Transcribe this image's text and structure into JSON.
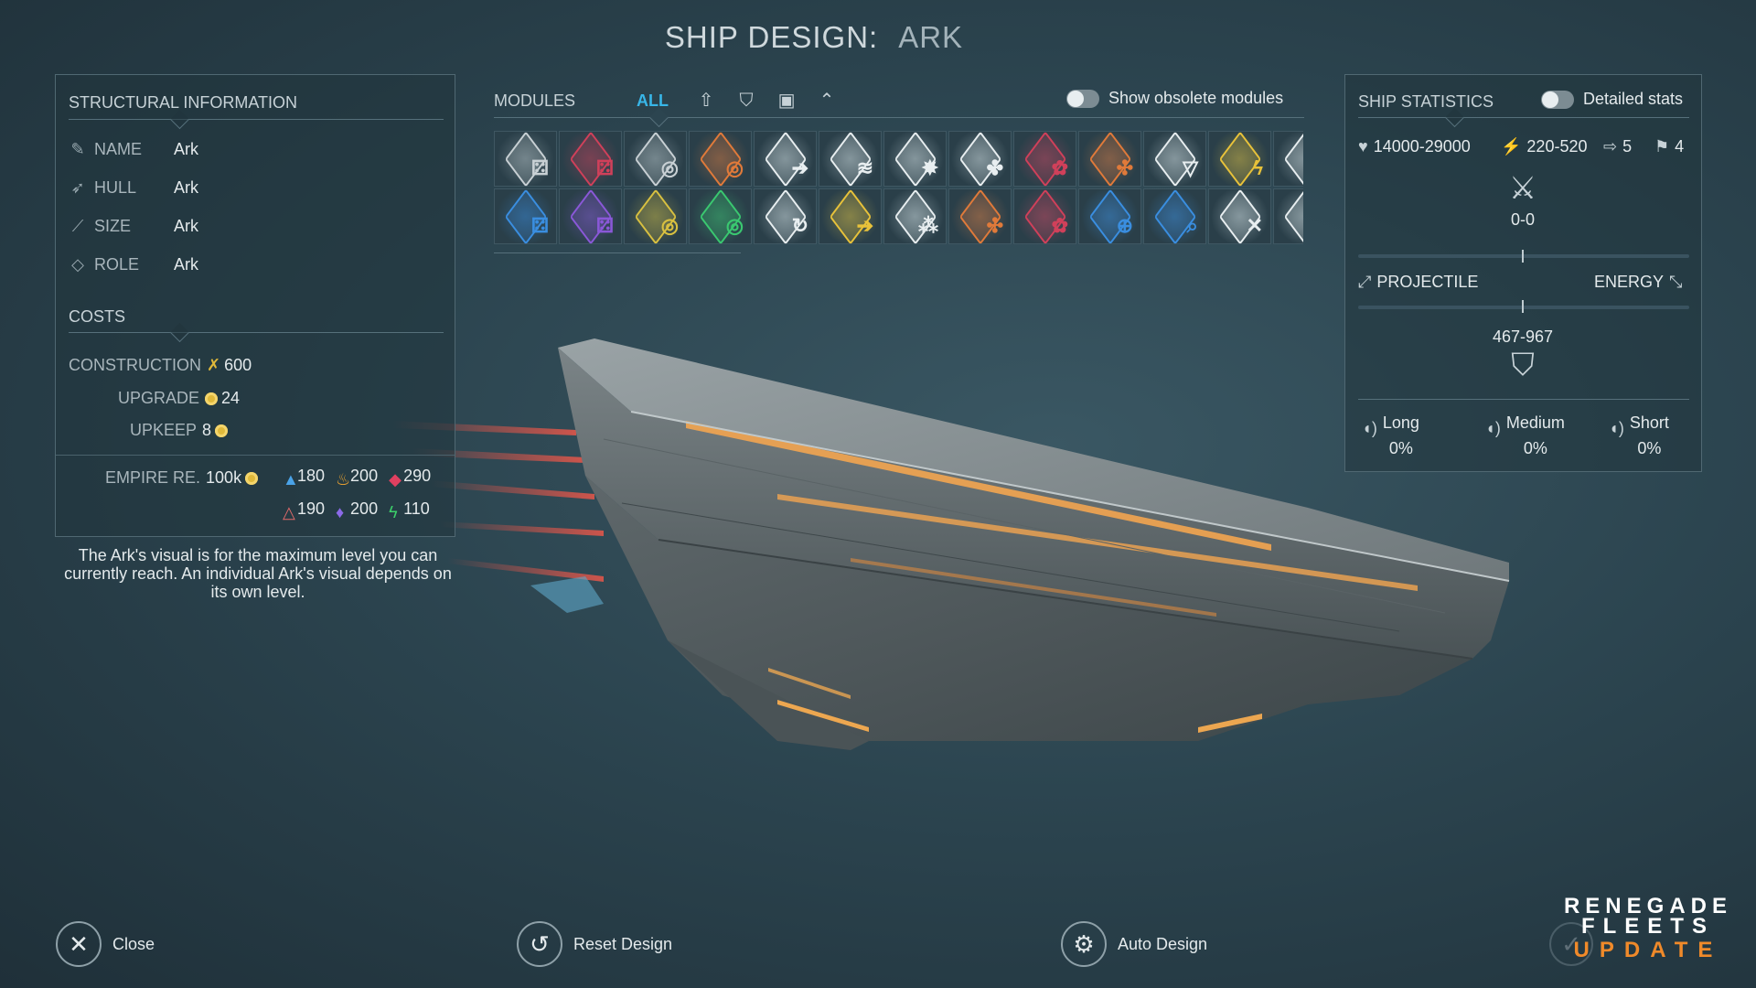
{
  "title": {
    "prefix": "SHIP DESIGN:",
    "ship": "ARK"
  },
  "structural": {
    "heading": "STRUCTURAL INFORMATION",
    "rows": [
      {
        "label": "NAME",
        "value": "Ark",
        "icon": "pencil-icon"
      },
      {
        "label": "HULL",
        "value": "Ark",
        "icon": "ship-icon"
      },
      {
        "label": "SIZE",
        "value": "Ark",
        "icon": "ruler-icon"
      },
      {
        "label": "ROLE",
        "value": "Ark",
        "icon": "tag-icon"
      }
    ]
  },
  "costs": {
    "heading": "COSTS",
    "construction": {
      "label": "CONSTRUCTION",
      "value": "600"
    },
    "upgrade": {
      "label": "UPGRADE",
      "value": "24"
    },
    "upkeep": {
      "label": "UPKEEP",
      "value": "8"
    },
    "empire": {
      "label": "EMPIRE RE.",
      "value": "100k",
      "resources": [
        {
          "value": "180",
          "color": "#4aa3e8"
        },
        {
          "value": "200",
          "color": "#f0a530"
        },
        {
          "value": "290",
          "color": "#e04060"
        },
        {
          "value": "190",
          "color": "#e06a6a"
        },
        {
          "value": "200",
          "color": "#8b6ae8"
        },
        {
          "value": "110",
          "color": "#3ccf6a"
        }
      ]
    }
  },
  "footnote": "The Ark's visual is for the maximum level you can currently reach. An individual Ark's visual depends on its own level.",
  "modules": {
    "heading": "MODULES",
    "tab_all": "ALL",
    "obsolete_label": "Show obsolete modules",
    "row1": [
      {
        "icon": "armor-module-icon",
        "tint": "#c8d0d4",
        "glyph": "⚃"
      },
      {
        "icon": "armor-module-red-icon",
        "tint": "#d0405a",
        "glyph": "⚃"
      },
      {
        "icon": "shield-module-icon",
        "tint": "#c8d0d4",
        "glyph": "◎"
      },
      {
        "icon": "shield-module-orange-icon",
        "tint": "#e07a3a",
        "glyph": "◎"
      },
      {
        "icon": "engine-module-icon",
        "tint": "#e8eef0",
        "glyph": "➔"
      },
      {
        "icon": "missile-module-icon",
        "tint": "#e8eef0",
        "glyph": "≋"
      },
      {
        "icon": "flak-module-icon",
        "tint": "#e8eef0",
        "glyph": "✸"
      },
      {
        "icon": "drone-module-icon",
        "tint": "#e8eef0",
        "glyph": "✤"
      },
      {
        "icon": "bio-module-red-icon",
        "tint": "#d0405a",
        "glyph": "✿"
      },
      {
        "icon": "energy-module-orange-icon",
        "tint": "#e07a3a",
        "glyph": "✣"
      },
      {
        "icon": "sensor-module-icon",
        "tint": "#e8eef0",
        "glyph": "▽"
      },
      {
        "icon": "power-module-yellow-icon",
        "tint": "#e8c23a",
        "glyph": "ϟ"
      },
      {
        "icon": "partial-module-icon",
        "tint": "#e8eef0",
        "glyph": "▽"
      }
    ],
    "row2": [
      {
        "icon": "armor-module-blue-icon",
        "tint": "#3a8ee0",
        "glyph": "⚃"
      },
      {
        "icon": "armor-module-purple-icon",
        "tint": "#8a58d8",
        "glyph": "⚃"
      },
      {
        "icon": "shield-module-yellow-icon",
        "tint": "#d8c040",
        "glyph": "◎"
      },
      {
        "icon": "shield-module-green-icon",
        "tint": "#3ac870",
        "glyph": "◎"
      },
      {
        "icon": "repair-module-icon",
        "tint": "#e8eef0",
        "glyph": "↻"
      },
      {
        "icon": "thruster-module-yellow-icon",
        "tint": "#e8c23a",
        "glyph": "➔"
      },
      {
        "icon": "cluster-module-icon",
        "tint": "#e8eef0",
        "glyph": "⁂"
      },
      {
        "icon": "energy-module-orange2-icon",
        "tint": "#e07a3a",
        "glyph": "✣"
      },
      {
        "icon": "bio-module-red2-icon",
        "tint": "#d0405a",
        "glyph": "✿"
      },
      {
        "icon": "targeting-module-blue-icon",
        "tint": "#3a8ee0",
        "glyph": "⊕"
      },
      {
        "icon": "scanner-module-blue-icon",
        "tint": "#3a8ee0",
        "glyph": "⌕"
      },
      {
        "icon": "tool-module-icon",
        "tint": "#e8eef0",
        "glyph": "✕"
      },
      {
        "icon": "partial-module2-icon",
        "tint": "#e8eef0",
        "glyph": "▽"
      }
    ]
  },
  "stats": {
    "heading": "SHIP STATISTICS",
    "detailed_label": "Detailed stats",
    "hp": "14000-29000",
    "damage": "220-520",
    "speed": "5",
    "slots": "4",
    "attack_range": "0-0",
    "projectile_label": "PROJECTILE",
    "energy_label": "ENERGY",
    "defense_range": "467-967",
    "ranges": [
      {
        "label": "Long",
        "value": "0%"
      },
      {
        "label": "Medium",
        "value": "0%"
      },
      {
        "label": "Short",
        "value": "0%"
      }
    ]
  },
  "buttons": {
    "close": "Close",
    "reset": "Reset Design",
    "auto": "Auto Design"
  },
  "logo": {
    "line1": "RENEGADE",
    "line2": "FLEETS",
    "line3": "UPDATE"
  }
}
